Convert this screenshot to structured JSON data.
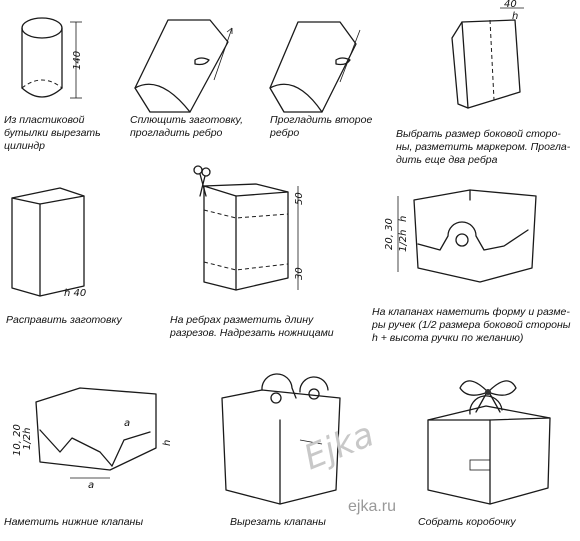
{
  "captions": {
    "step1": "Из пластиковой\nбутылки вырезать\nцилиндр",
    "step2": "Сплющить заготовку,\nпрогладить ребро",
    "step3": "Прогладить второе\nребро",
    "step4": "Выбрать размер боковой сторо-\nны, разметить маркером. Прогла-\nдить еще два ребра",
    "step5": "Расправить заготовку",
    "step6": "На ребрах разметить длину\nразрезов. Надрезать ножницами",
    "step7": "На клапанах наметить форму и разме-\nры ручек (1/2 размера боковой стороны\nh + высота ручки по желанию)",
    "step8": "Наметить нижние клапаны",
    "step9": "Вырезать клапаны",
    "step10": "Собрать коробочку"
  },
  "dimensions": {
    "d1": "140",
    "d4": "40",
    "d4h": "h",
    "d5": "h 40",
    "d6a": "50",
    "d6b": "30",
    "d7": "20, 30",
    "d7h": "h",
    "d7hh": "1/2h",
    "d8": "10, 20",
    "d8h": "1/2h",
    "d8hh": "h",
    "d8a": "a",
    "d8b": "a"
  },
  "watermark": {
    "script": "Ejka",
    "site": "ejka.ru"
  }
}
